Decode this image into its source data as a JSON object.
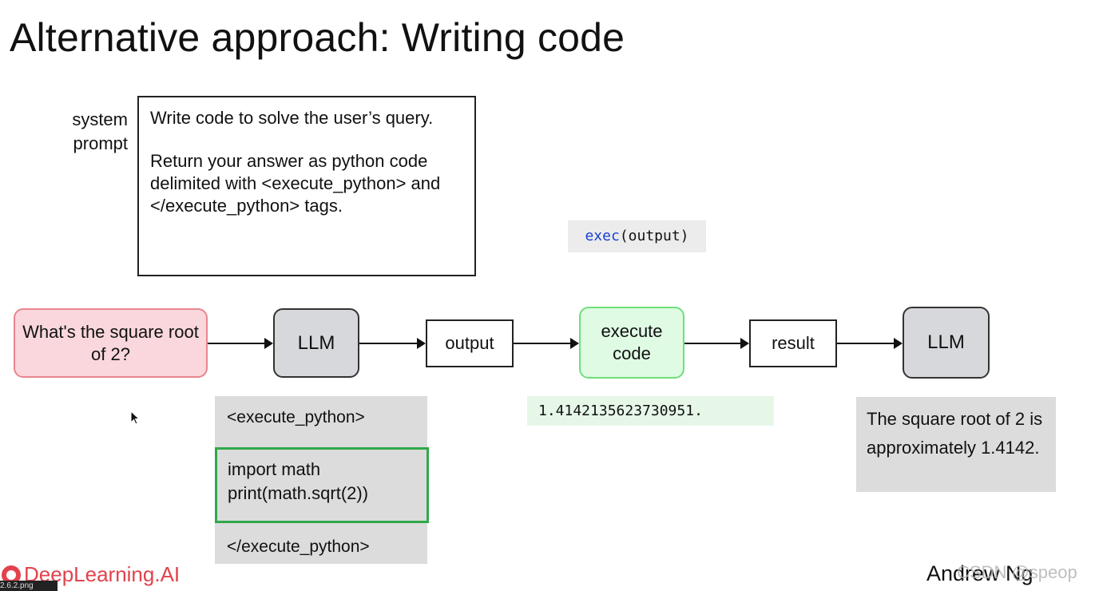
{
  "title": "Alternative approach: Writing code",
  "system_prompt": {
    "label": "system\nprompt",
    "line1": "Write code to solve the user’s query.",
    "line2": "Return your answer as python code delimited with <execute_python> and </execute_python> tags."
  },
  "exec_chip": {
    "keyword": "exec",
    "args": "(output)"
  },
  "flow": {
    "question": "What's the square root of 2?",
    "llm1": "LLM",
    "output": "output",
    "execute": "execute code",
    "result": "result",
    "llm2": "LLM"
  },
  "code_panel": {
    "open_tag": "<execute_python>",
    "line1": "import math",
    "line2": "print(math.sqrt(2))",
    "close_tag": "</execute_python>"
  },
  "result_value": "1.4142135623730951.",
  "answer": "The square root of 2 is approximately 1.4142.",
  "footer": {
    "logo": "DeepLearning.AI",
    "author": "Andrew Ng",
    "watermark": "CSDN @speop",
    "tab_label": "2.6.2.png"
  },
  "colors": {
    "question_fill": "#f9d7dc",
    "execute_fill": "#dffbe3",
    "code_border": "#2fa84a",
    "brand": "#e2424d"
  },
  "icons": [
    "mouse-cursor-icon",
    "deeplearning-logo-icon"
  ]
}
